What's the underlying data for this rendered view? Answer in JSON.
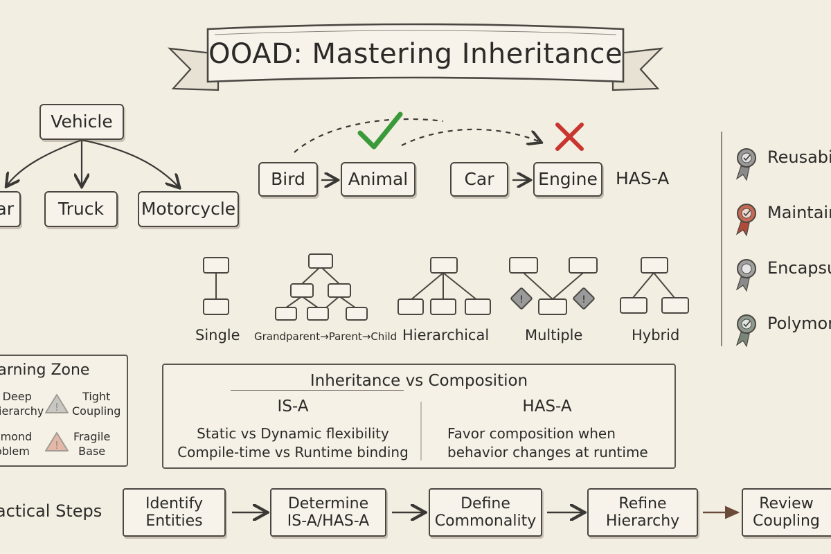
{
  "title": "OOAD: Mastering Inheritance",
  "vehicle_tree": {
    "root": "Vehicle",
    "children": [
      "Car",
      "Truck",
      "Motorcycle"
    ]
  },
  "is_a_example": {
    "from": "Bird",
    "to": "Animal",
    "verdict_icon": "check-icon",
    "verdict_color": "#3a9a3a"
  },
  "has_a_example": {
    "from": "Car",
    "to": "Engine",
    "relation_label": "HAS-A",
    "verdict_icon": "x-icon",
    "verdict_color": "#c8362f"
  },
  "inheritance_types": [
    {
      "label": "Single"
    },
    {
      "label": "Grandparent→Parent→Child"
    },
    {
      "label": "Hierarchical"
    },
    {
      "label": "Multiple"
    },
    {
      "label": "Hybrid"
    }
  ],
  "benefits": [
    {
      "label": "Reusability",
      "icon": "award-ribbon-icon",
      "color": "#7c7c7c"
    },
    {
      "label": "Maintainability",
      "icon": "award-ribbon-icon",
      "color": "#b04a3a"
    },
    {
      "label": "Encapsulation",
      "icon": "award-ribbon-icon",
      "color": "#7c7c7c"
    },
    {
      "label": "Polymorphism",
      "icon": "award-ribbon-icon",
      "color": "#6f7a6f"
    }
  ],
  "warning_zone": {
    "title": "Warning Zone",
    "items": [
      {
        "line1": "Deep",
        "line2": "Hierarchy"
      },
      {
        "line1": "Tight",
        "line2": "Coupling",
        "icon": "warning-triangle-icon",
        "color": "#8a8a8a"
      },
      {
        "line1": "Diamond",
        "line2": "Problem"
      },
      {
        "line1": "Fragile",
        "line2": "Base",
        "icon": "warning-triangle-icon",
        "color": "#c8604a"
      }
    ]
  },
  "comparison": {
    "title": "Inheritance vs Composition",
    "left": {
      "heading": "IS-A",
      "line1": "Static vs Dynamic flexibility",
      "line2": "Compile-time vs Runtime binding"
    },
    "right": {
      "heading": "HAS-A",
      "line1": "Favor composition when",
      "line2": "behavior changes at runtime"
    }
  },
  "practical_steps": {
    "label": "Practical Steps",
    "steps": [
      {
        "line1": "Identify",
        "line2": "Entities"
      },
      {
        "line1": "Determine",
        "line2": "IS-A/HAS-A"
      },
      {
        "line1": "Define",
        "line2": "Commonality"
      },
      {
        "line1": "Refine",
        "line2": "Hierarchy"
      },
      {
        "line1": "Review",
        "line2": "Coupling"
      }
    ]
  }
}
